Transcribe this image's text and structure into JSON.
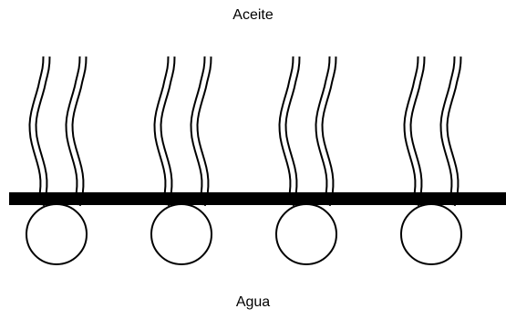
{
  "labels": {
    "top": "Aceite",
    "bottom": "Agua"
  },
  "molecule_count": 4,
  "colors": {
    "line": "#000000",
    "fill": "#ffffff",
    "interface": "#000000"
  }
}
